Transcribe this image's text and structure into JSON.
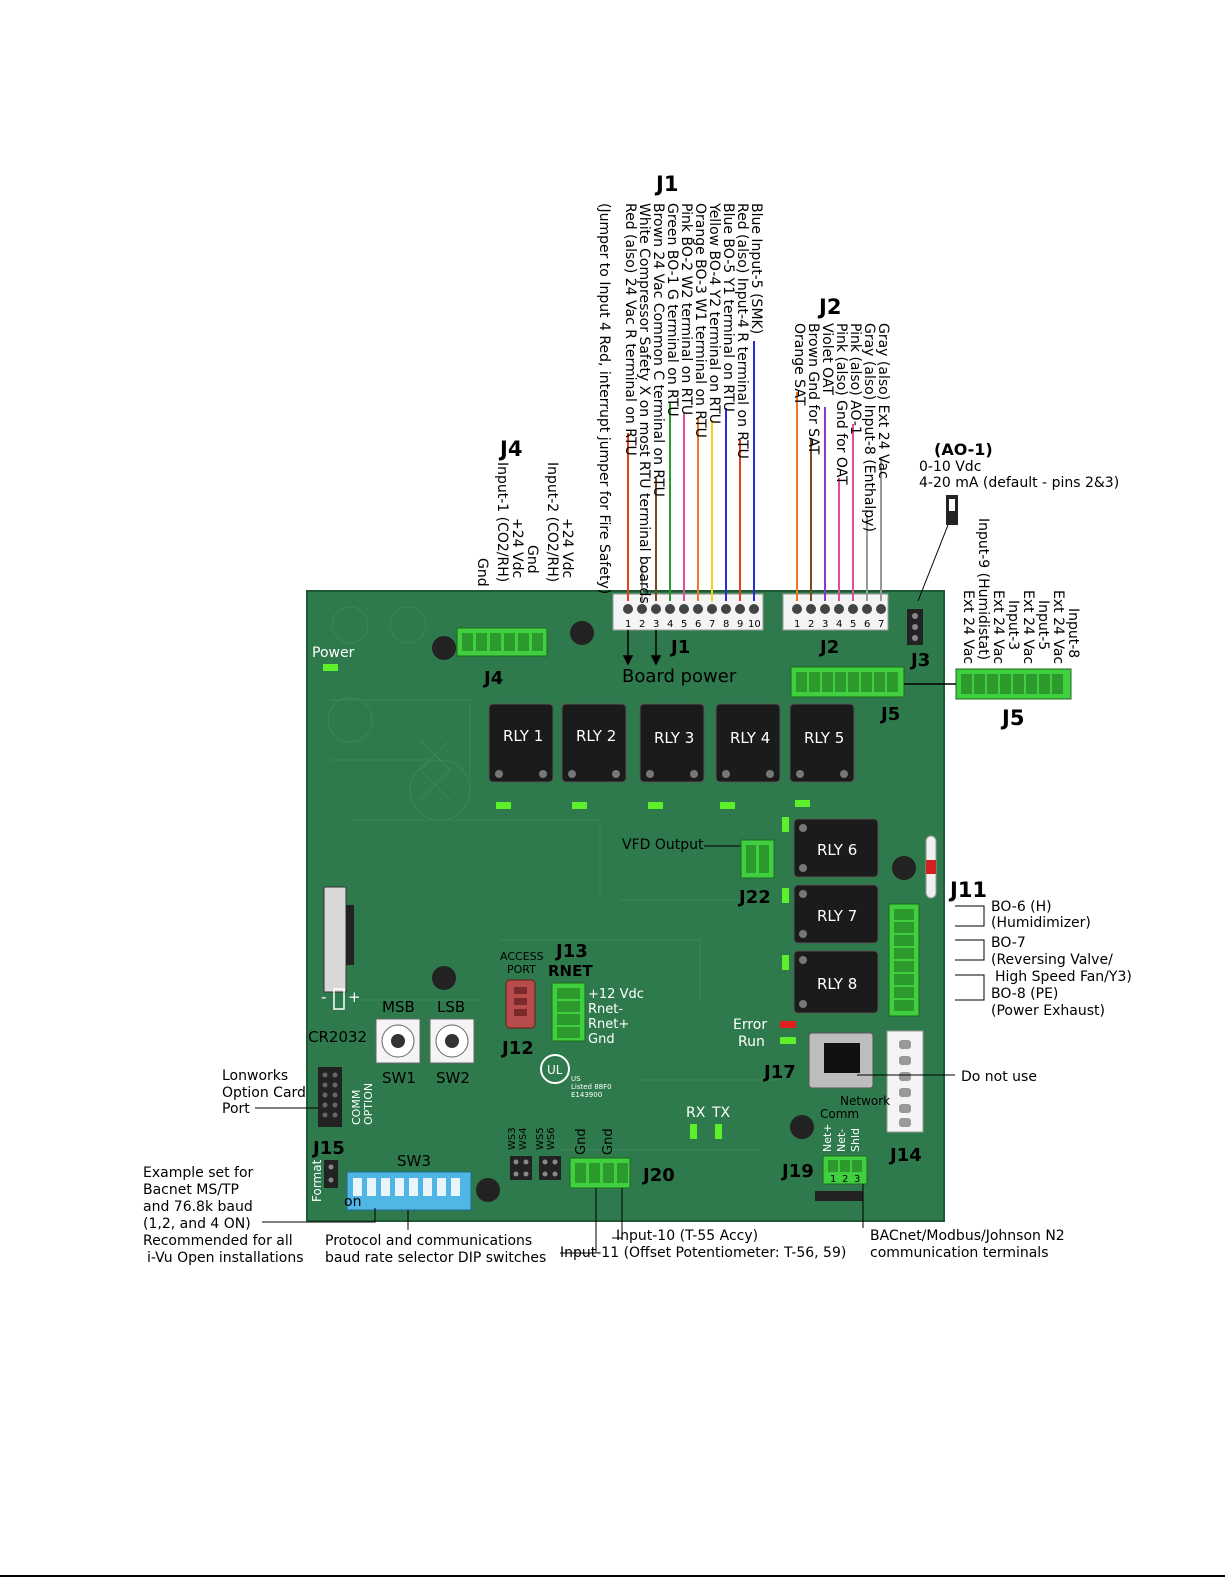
{
  "headers": {
    "j1": "J1",
    "j2": "J2",
    "j4": "J4",
    "ao1": "(AO-1)"
  },
  "ao1_lines": [
    "0-10 Vdc",
    "4-20 mA (default - pins 2&3)"
  ],
  "j1_wires": [
    "Blue Input-5 (SMK)",
    "Red (also) Input-4 R terminal on RTU",
    "Blue BO-5 Y1 terminal on RTU",
    "Yellow BO-4 Y2 terminal on RTU",
    "Orange BO-3 W1 terminal on RTU",
    "Pink BO-2 W2 terminal on RTU",
    "Green BO-1 G terminal on RTU",
    "Brown 24 Vac Common C terminal on RTU",
    "White Compressor Safety X on most RTU terminal boards",
    "Red (also) 24 Vac R terminal on RTU",
    "(Jumper to Input 4 Red, interrupt jumper for Fire Safety)"
  ],
  "j2_wires": [
    "Gray (also) Ext 24 Vac",
    "Gray (also) Input-8 (Enthalpy)",
    "Pink (also) AO-1",
    "Pink (also) Gnd for OAT",
    "Violet OAT",
    "Brown Gnd for SAT",
    "Orange SAT"
  ],
  "j4_wires": [
    "Input-2 (CO2/RH)",
    "+24 Vdc",
    "Gnd",
    "Input-1 (CO2/RH)",
    "+24 Vdc",
    "Gnd"
  ],
  "j5_wires": [
    "Input-8",
    "Ext 24 Vac",
    "Input-5",
    "Ext 24 Vac",
    "Input-3",
    "Ext 24 Vac",
    "Input-9 (Humidistat)",
    "Ext 24 Vac"
  ],
  "board": {
    "power": "Power",
    "board_power": "Board power",
    "relays": [
      "RLY 1",
      "RLY 2",
      "RLY 3",
      "RLY 4",
      "RLY 5",
      "RLY 6",
      "RLY 7",
      "RLY 8"
    ],
    "vfd_output": "VFD Output",
    "connectors": {
      "j1": "J1",
      "j2": "J2",
      "j3": "J3",
      "j4": "J4",
      "j5": "J5",
      "j11": "J11",
      "j12": "J12",
      "j13": "J13",
      "j14": "J14",
      "j15": "J15",
      "j17": "J17",
      "j19": "J19",
      "j20": "J20",
      "j22": "J22",
      "j5_out": "J5"
    },
    "cr2032": "CR2032",
    "msb": "MSB",
    "lsb": "LSB",
    "sw1": "SW1",
    "sw2": "SW2",
    "sw3": "SW3",
    "access_port": [
      "ACCESS",
      "PORT"
    ],
    "rnet": "RNET",
    "rnet_pins": [
      "+12 Vdc",
      "Rnet-",
      "Rnet+",
      "Gnd"
    ],
    "error": "Error",
    "run": "Run",
    "comm_option": [
      "COMM",
      "OPTION"
    ],
    "format": "Format",
    "on": "on",
    "ws_labels": [
      "WS3",
      "WS4",
      "WS5",
      "WS6"
    ],
    "gnd": "Gnd",
    "rx": "RX",
    "tx": "TX",
    "network_comm": [
      "Network",
      "Comm"
    ],
    "net_pins": [
      "Net+",
      "Net-",
      "Shld"
    ],
    "ul_text": [
      "US",
      "Listed 88F0",
      "E143900"
    ],
    "ul_mark": "UL"
  },
  "callouts": {
    "bo6": [
      "BO-6 (H)",
      "(Humidimizer)"
    ],
    "bo7": [
      "BO-7",
      "(Reversing Valve/",
      "High Speed Fan/Y3)"
    ],
    "bo8": [
      "BO-8 (PE)",
      "(Power Exhaust)"
    ],
    "do_not_use": "Do not use",
    "lonworks": [
      "Lonworks",
      "Option Card",
      "Port"
    ],
    "example": [
      "Example set for",
      "Bacnet MS/TP",
      "and 76.8k baud",
      "(1,2, and 4 ON)",
      "Recommended for all",
      "i-Vu Open installations"
    ],
    "protocol": [
      "Protocol and communications",
      "baud rate selector DIP switches"
    ],
    "input10": "Input-10 (T-55 Accy)",
    "input11": "Input-11 (Offset Potentiometer: T-56, 59)",
    "bacnet": [
      "BACnet/Modbus/Johnson N2",
      "communication terminals"
    ]
  },
  "colors": {
    "pcb": "#2f7a4c",
    "pcb_dark": "#1f5a36",
    "relay": "#1b1b1b",
    "terminal_green": "#3fcf3f",
    "led": "#5cef2a",
    "error_led": "#e02020",
    "dip_blue": "#4fb6e6",
    "wire_blue": "#2a2ad6",
    "wire_red": "#e0401a",
    "wire_yellow": "#f2d21a",
    "wire_orange": "#f07820",
    "wire_pink": "#e0509a",
    "wire_green": "#2a9a2a",
    "wire_brown": "#7a4a20",
    "wire_gray": "#9a9a9a",
    "wire_violet": "#8a3ac6"
  }
}
